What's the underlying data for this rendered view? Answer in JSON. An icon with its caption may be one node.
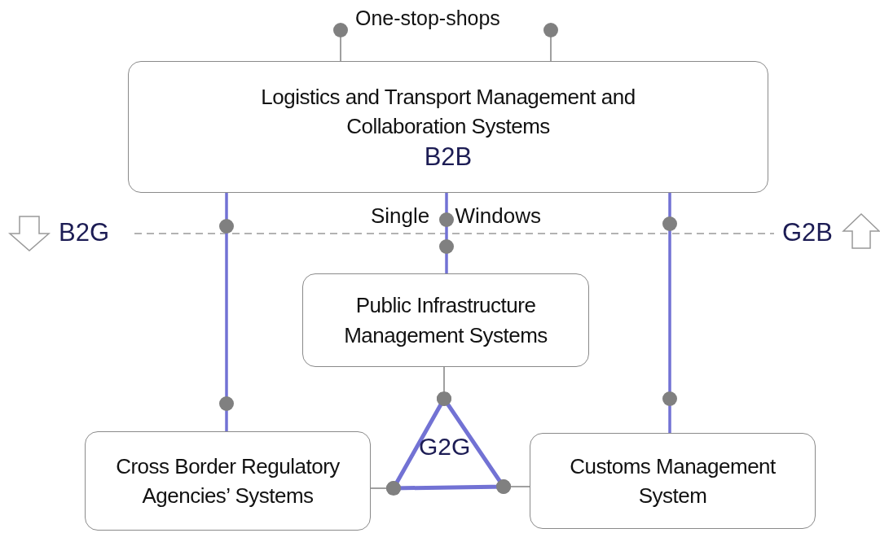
{
  "diagram": {
    "nodes": [
      {
        "text": [
          "Logistics and Transport Management and Collaboration Systems",
          "B2B"
        ]
      },
      {
        "text": [
          "Public Infrastructure Management Systems"
        ]
      },
      {
        "text": [
          "Cross Border Regulatory Agencies’ Systems"
        ]
      },
      {
        "text": [
          "Customs Management System"
        ]
      },
      {
        "text": [
          "G2G"
        ]
      }
    ],
    "edges": [
      {
        "from": 0,
        "to": 2,
        "arrow": "none",
        "style": "thick",
        "color": "#7272d4"
      },
      {
        "from": 0,
        "to": 1,
        "arrow": "none",
        "style": "thick",
        "color": "#7272d4",
        "label": "Single Windows"
      },
      {
        "from": 0,
        "to": 3,
        "arrow": "none",
        "style": "thick",
        "color": "#7272d4"
      },
      {
        "from": 4,
        "to": 1,
        "arrow": "other"
      },
      {
        "from": 4,
        "to": 2,
        "arrow": "other"
      },
      {
        "from": 4,
        "to": 3,
        "arrow": "other"
      }
    ],
    "labels": [
      "One-stop-shops",
      "B2G",
      "G2B"
    ]
  }
}
